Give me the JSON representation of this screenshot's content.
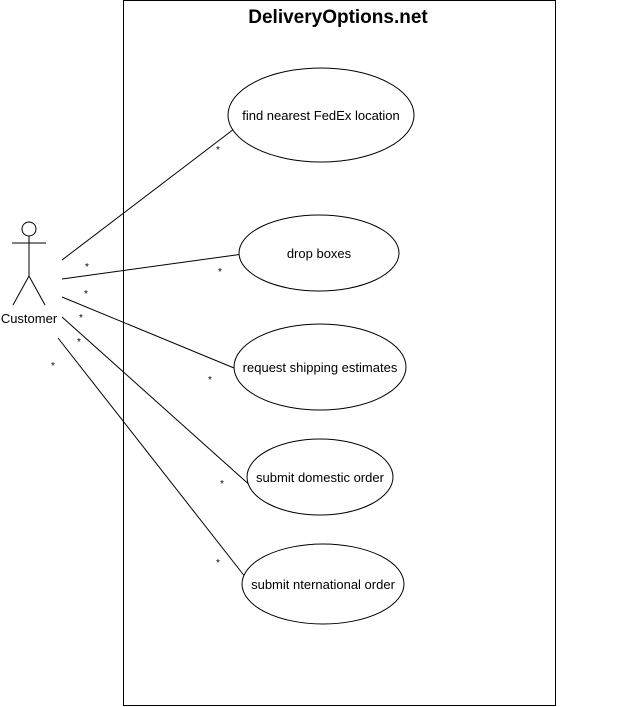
{
  "system": {
    "title": "DeliveryOptions.net"
  },
  "actor": {
    "label": "Customer",
    "icon": "stick-figure-actor-icon"
  },
  "use_cases": [
    {
      "id": "find-nearest-fedex-location",
      "label": "find nearest FedEx location"
    },
    {
      "id": "drop-boxes",
      "label": "drop boxes"
    },
    {
      "id": "request-shipping-estimates",
      "label": "request shipping estimates"
    },
    {
      "id": "submit-domestic-order",
      "label": "submit domestic order"
    },
    {
      "id": "submit-international-order",
      "label": "submit nternational order"
    }
  ],
  "associations": [
    {
      "use_case": "find-nearest-fedex-location",
      "actor_multiplicity": "",
      "use_case_multiplicity": "*"
    },
    {
      "use_case": "drop-boxes",
      "actor_multiplicity": "*",
      "use_case_multiplicity": "*"
    },
    {
      "use_case": "request-shipping-estimates",
      "actor_multiplicity": "*",
      "use_case_multiplicity": "*"
    },
    {
      "use_case": "submit-domestic-order",
      "actor_multiplicity": "*",
      "use_case_multiplicity": "*"
    },
    {
      "use_case": "submit-international-order",
      "actor_multiplicity": "*",
      "use_case_multiplicity": "*"
    }
  ]
}
